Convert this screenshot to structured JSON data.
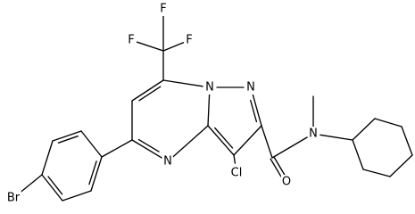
{
  "molecule": {
    "atoms": {
      "F1": "F",
      "F2": "F",
      "F3": "F",
      "N_bridge": "N",
      "N_pyrazole": "N",
      "N_pyrimidine": "N",
      "N_amide": "N",
      "O_carbonyl": "O",
      "Cl": "Cl",
      "Br": "Br"
    }
  },
  "colors": {
    "bond": "#000000",
    "label": "#000000",
    "background": "#ffffff"
  }
}
